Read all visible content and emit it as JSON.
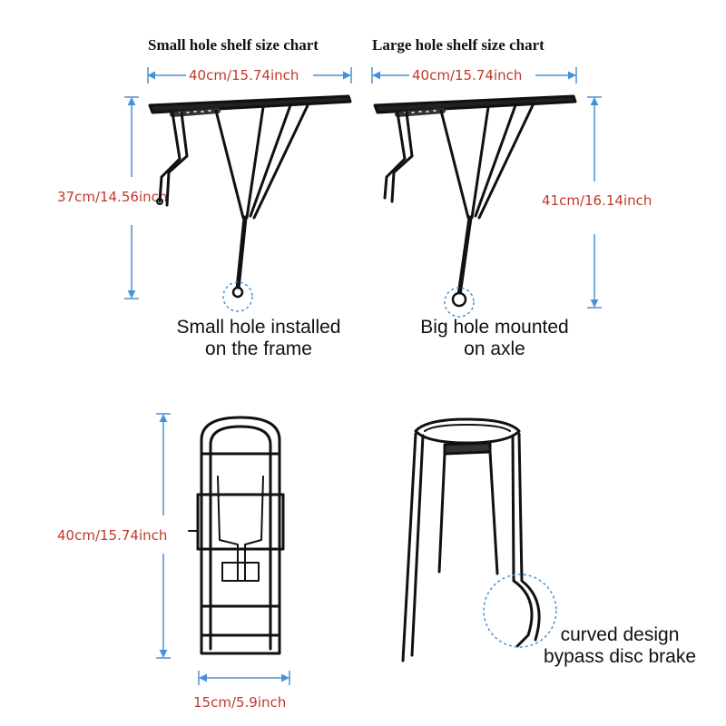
{
  "top_left": {
    "title": "Small hole shelf size chart",
    "width_label": "40cm/15.74inch",
    "height_label": "37cm/14.56inch",
    "caption_line1": "Small hole installed",
    "caption_line2": "on the frame"
  },
  "top_right": {
    "title": "Large hole shelf size chart",
    "width_label": "40cm/15.74inch",
    "height_label": "41cm/16.14inch",
    "caption_line1": "Big hole mounted",
    "caption_line2": "on axle"
  },
  "bottom_left": {
    "height_label": "40cm/15.74inch",
    "width_label": "15cm/5.9inch"
  },
  "bottom_right": {
    "caption_line1": "curved design",
    "caption_line2": "bypass disc brake"
  },
  "colors": {
    "dimension_line": "#4a90d9",
    "dimension_text": "#c0392b",
    "rack": "#111111",
    "highlight_circle": "#4a90d9"
  }
}
